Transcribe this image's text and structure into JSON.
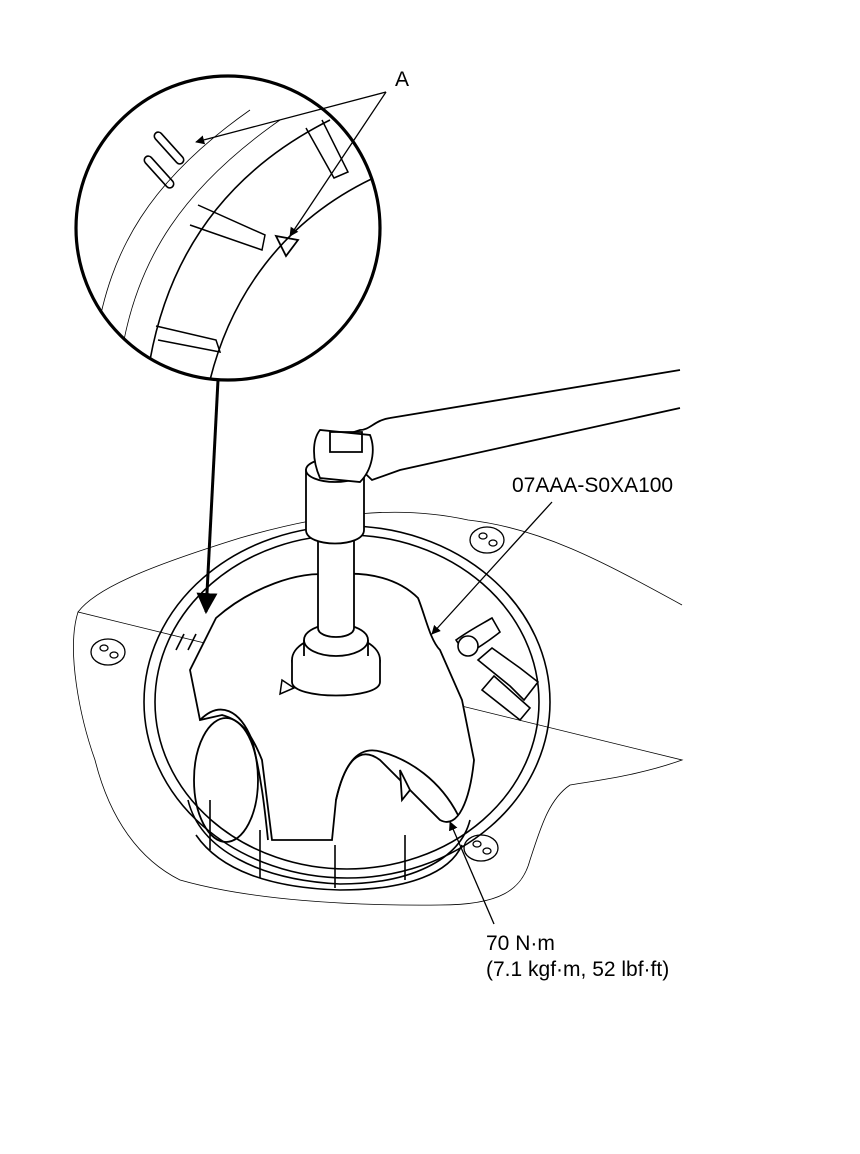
{
  "callouts": {
    "a": "A",
    "tool": "07AAA-S0XA100",
    "torque_nm": "70 N·m",
    "torque_imperial": "(7.1 kgf·m, 52 lbf·ft)"
  },
  "colors": {
    "line": "#000000",
    "background": "#ffffff"
  }
}
